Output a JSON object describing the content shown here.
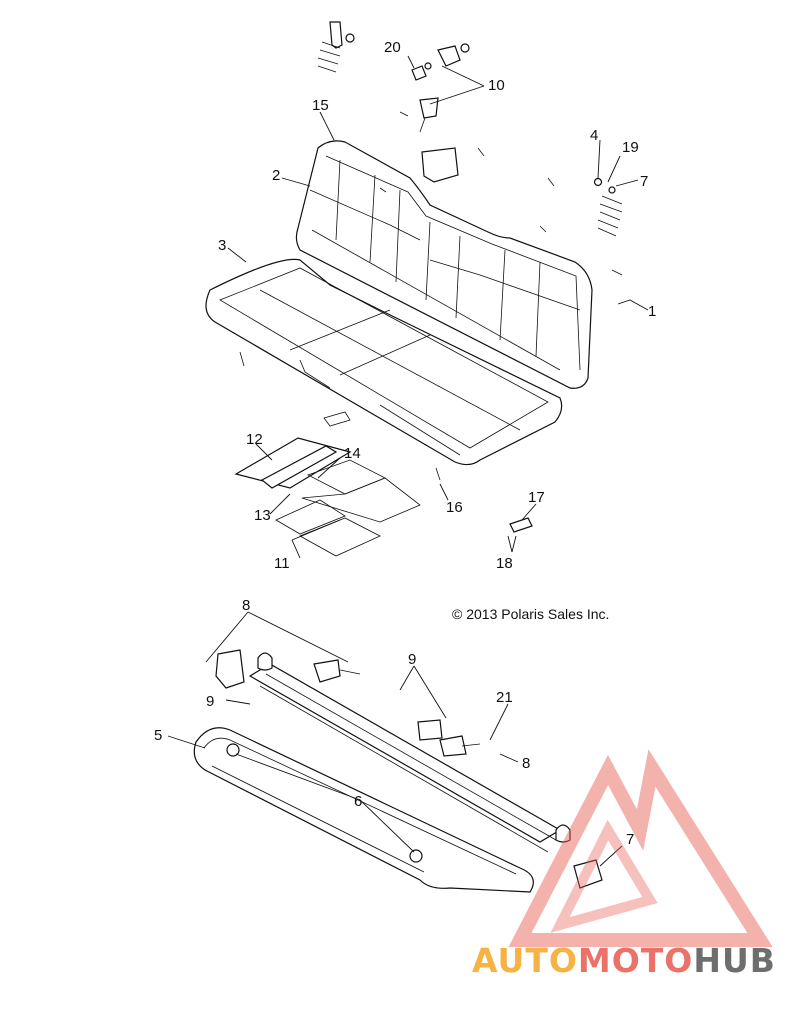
{
  "copyright": "© 2013 Polaris Sales Inc.",
  "callouts": {
    "c1": "1",
    "c2": "2",
    "c3": "3",
    "c4": "4",
    "c5": "5",
    "c6": "6",
    "c7a": "7",
    "c7b": "7",
    "c8a": "8",
    "c8b": "8",
    "c9a": "9",
    "c9b": "9",
    "c10": "10",
    "c11": "11",
    "c12": "12",
    "c13": "13",
    "c14": "14",
    "c15": "15",
    "c16": "16",
    "c17": "17",
    "c18": "18",
    "c19": "19",
    "c20": "20",
    "c21": "21"
  },
  "watermark": {
    "part1": "AUTO",
    "part2": "MOTO",
    "part3": "HUB",
    "color_orange": "#f5a623",
    "color_red": "#e85a4f",
    "color_gray": "#555555"
  }
}
